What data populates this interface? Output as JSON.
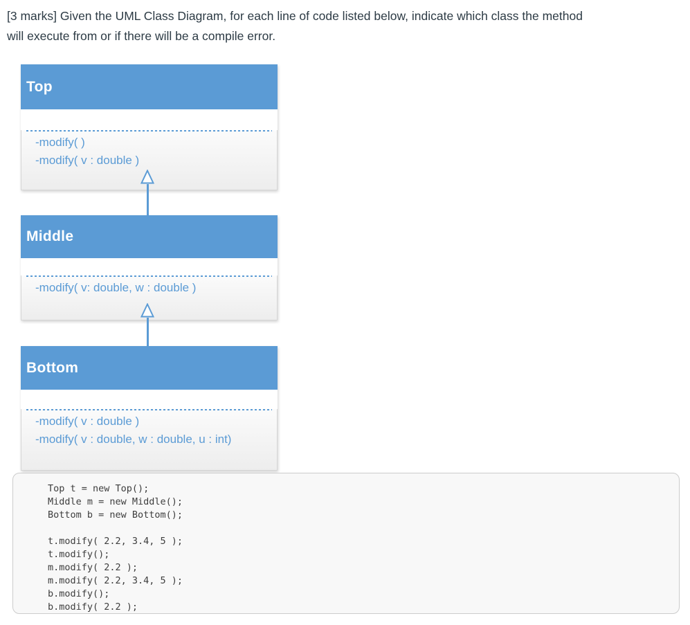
{
  "question": {
    "line1": "[3 marks] Given the UML Class Diagram, for each line of code listed below, indicate which class the method",
    "line2": "will execute from or if there will be a compile error."
  },
  "uml_diagram": {
    "classes": [
      {
        "name": "Top",
        "methods": [
          "-modify( )",
          "-modify( v : double )"
        ]
      },
      {
        "name": "Middle",
        "methods": [
          "-modify( v: double, w : double )"
        ]
      },
      {
        "name": "Bottom",
        "methods": [
          "-modify( v : double )",
          "-modify( v : double, w : double, u : int)"
        ]
      }
    ],
    "relationships": [
      {
        "type": "inheritance",
        "from": "Middle",
        "to": "Top"
      },
      {
        "type": "inheritance",
        "from": "Bottom",
        "to": "Middle"
      }
    ]
  },
  "code_block": {
    "lines": [
      "Top t = new Top();",
      "Middle m = new Middle();",
      "Bottom b = new Bottom();",
      "",
      "t.modify( 2.2, 3.4, 5 );",
      "t.modify();",
      "m.modify( 2.2 );",
      "m.modify( 2.2, 3.4, 5 );",
      "b.modify();",
      "b.modify( 2.2 );"
    ]
  },
  "colors": {
    "class_header_blue": "#5b9bd5",
    "method_text_blue": "#5b9bd5",
    "class_body_gray": "#f2f2f2",
    "question_text": "#2d3b45",
    "code_background": "#f8f8f8",
    "code_border": "#cccccc",
    "code_text": "#3d3d3d"
  }
}
